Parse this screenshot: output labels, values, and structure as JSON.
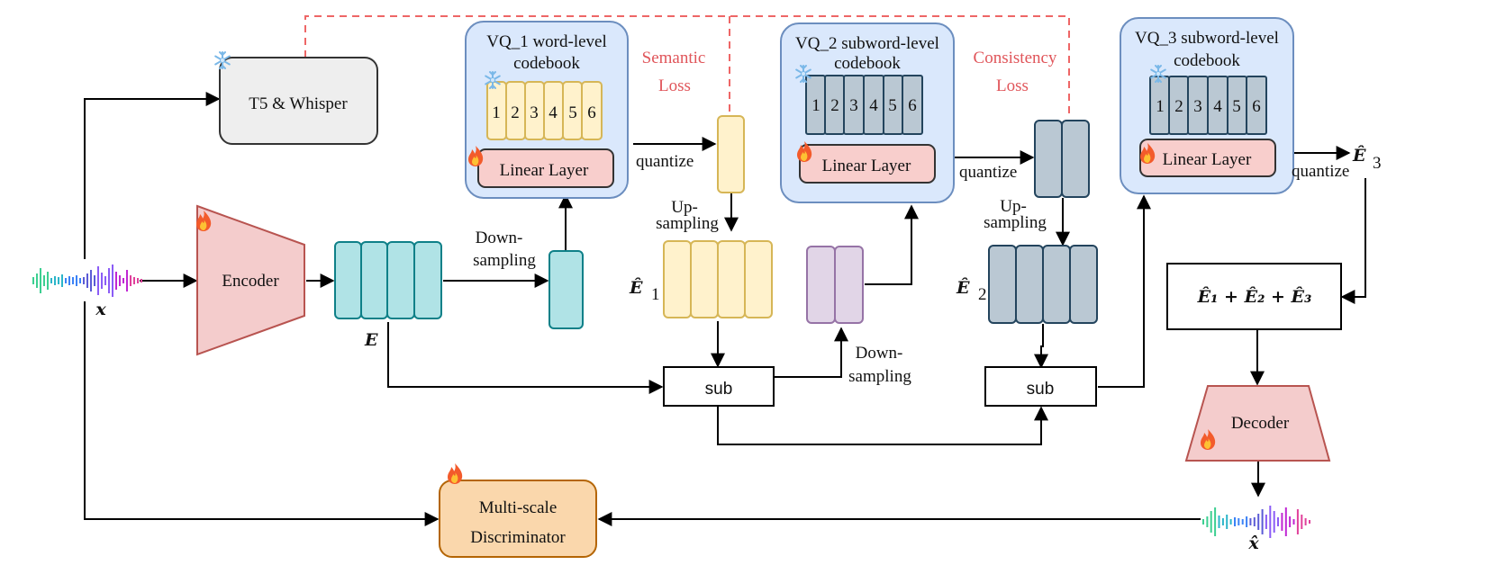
{
  "t5_whisper": "T5 & Whisper",
  "encoder": "Encoder",
  "decoder": "Decoder",
  "discriminator": [
    "Multi-scale",
    "Discriminator"
  ],
  "vq1": {
    "title": [
      "VQ_1 word-level",
      "codebook"
    ],
    "codes": [
      "1",
      "2",
      "3",
      "4",
      "5",
      "6"
    ],
    "linear": "Linear Layer"
  },
  "vq2": {
    "title": [
      "VQ_2 subword-level",
      "codebook"
    ],
    "codes": [
      "1",
      "2",
      "3",
      "4",
      "5",
      "6"
    ],
    "linear": "Linear Layer"
  },
  "vq3": {
    "title": [
      "VQ_3 subword-level",
      "codebook"
    ],
    "codes": [
      "1",
      "2",
      "3",
      "4",
      "5",
      "6"
    ],
    "linear": "Linear Layer"
  },
  "semantic_loss": [
    "Semantic",
    "Loss"
  ],
  "consistency_loss": [
    "Consistency",
    "Loss"
  ],
  "quantize": "quantize",
  "down_sampling": [
    "Down-",
    "sampling"
  ],
  "up_sampling": [
    "Up-",
    "sampling"
  ],
  "sub": "sub",
  "math": {
    "x": "x",
    "x_hat": "x̂",
    "E": "E",
    "E1_hat": "Ê",
    "E1_sub": "1",
    "E2_hat": "Ê",
    "E2_sub": "2",
    "E3_hat": "Ê",
    "E3_sub": "3",
    "sum": "Ê₁ + Ê₂ + Ê₃"
  },
  "icons": {
    "frozen": "snowflake-icon",
    "trainable": "fire-icon"
  },
  "colors": {
    "encoder_fill": "#f4cccc",
    "encoder_stroke": "#b85450",
    "teal_fill": "#b0e3e6",
    "teal_stroke": "#0e8088",
    "yellow_fill": "#fff2cc",
    "yellow_stroke": "#d6b656",
    "purple_fill": "#e1d5e7",
    "purple_stroke": "#9673a6",
    "slate_fill": "#bac8d3",
    "slate_stroke": "#23445d",
    "vq_fill": "#dae8fc",
    "vq_stroke": "#6c8ebf",
    "disc_fill": "#fad7ac",
    "disc_stroke": "#b46504",
    "loss_text": "#e0555a"
  }
}
